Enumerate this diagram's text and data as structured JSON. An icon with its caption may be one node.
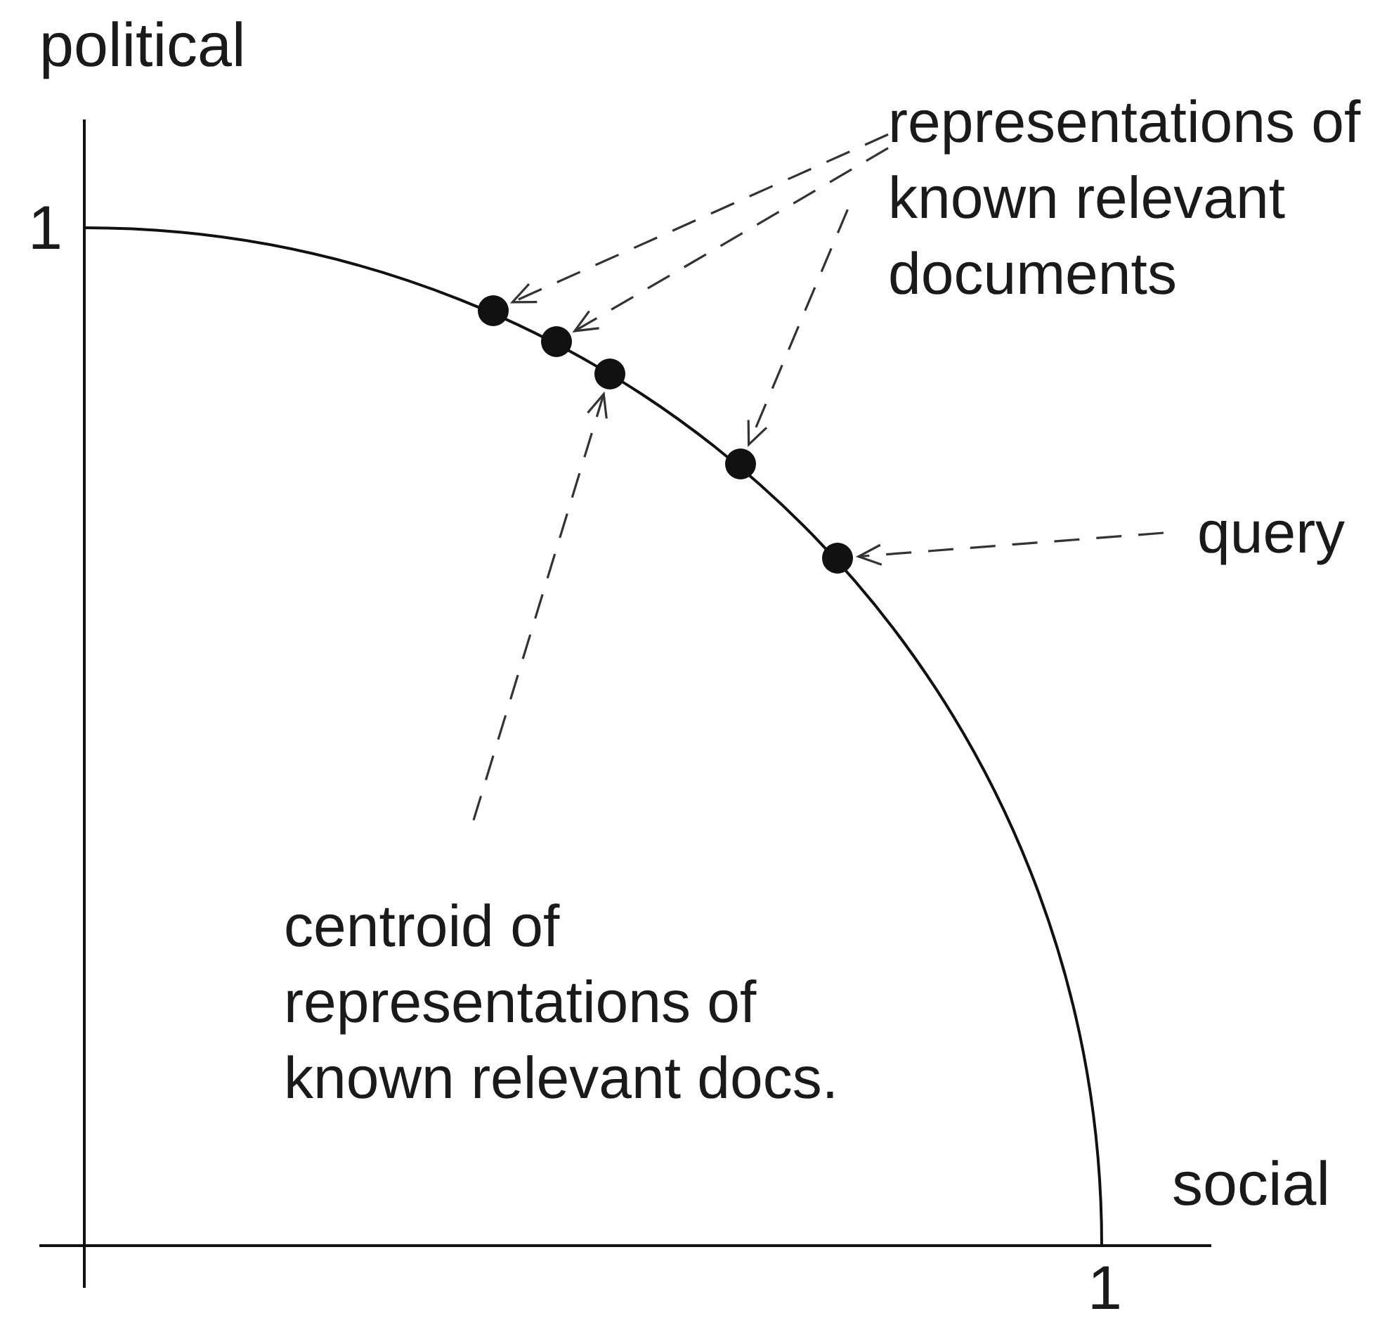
{
  "diagram": {
    "nodes": [
      {
        "text": [
          "representations of known relevant documents"
        ]
      },
      {
        "text": [
          "query"
        ]
      },
      {
        "text": [
          "centroid of representations of known relevant docs."
        ]
      },
      {
        "text": [],
        "shape": "circle"
      },
      {
        "text": [],
        "shape": "circle"
      },
      {
        "text": [],
        "shape": "circle"
      },
      {
        "text": [],
        "shape": "circle"
      },
      {
        "text": [],
        "shape": "circle"
      }
    ],
    "edges": [
      {
        "from": 0,
        "to": 3,
        "arrow": "to",
        "style": "dashed"
      },
      {
        "from": 0,
        "to": 4,
        "arrow": "to",
        "style": "dashed"
      },
      {
        "from": 0,
        "to": 6,
        "arrow": "to",
        "style": "dashed"
      },
      {
        "from": 2,
        "to": 5,
        "arrow": "to",
        "style": "dashed"
      },
      {
        "from": 1,
        "to": 7,
        "arrow": "to",
        "style": "dashed"
      }
    ],
    "labels": [
      "political",
      "1",
      "social",
      "1"
    ]
  }
}
